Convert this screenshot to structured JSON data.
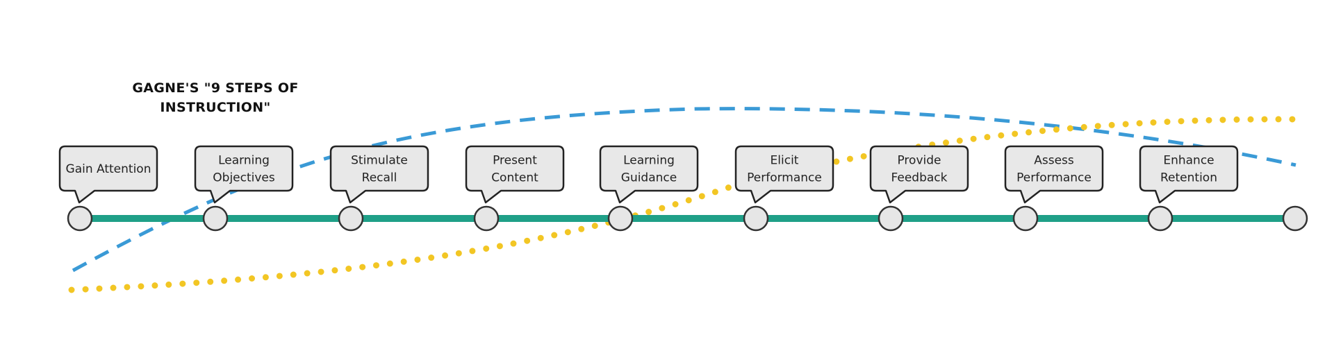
{
  "title": "GAGNE'S \"9 STEPS OF INSTRUCTION\"",
  "steps": [
    {
      "label": "Gain Attention",
      "lines": [
        "Gain Attention"
      ]
    },
    {
      "label": "Learning Objectives",
      "lines": [
        "Learning",
        "Objectives"
      ]
    },
    {
      "label": "Stimulate Recall",
      "lines": [
        "Stimulate",
        "Recall"
      ]
    },
    {
      "label": "Present Content",
      "lines": [
        "Present",
        "Content"
      ]
    },
    {
      "label": "Learning Guidance",
      "lines": [
        "Learning",
        "Guidance"
      ]
    },
    {
      "label": "Elicit Performance",
      "lines": [
        "Elicit",
        "Performance"
      ]
    },
    {
      "label": "Provide Feedback",
      "lines": [
        "Provide",
        "Feedback"
      ]
    },
    {
      "label": "Assess Performance",
      "lines": [
        "Assess",
        "Performance"
      ]
    },
    {
      "label": "Enhance Retention",
      "lines": [
        "Enhance",
        "Retention"
      ]
    }
  ],
  "node_count": 10,
  "colors": {
    "timeline": "#1fa088",
    "dashed_curve": "#3a9ad6",
    "dotted_curve": "#f2c624",
    "node_fill": "#e6e6e6",
    "node_stroke": "#333333",
    "bubble_fill": "#e8e8e8",
    "bubble_stroke": "#222222"
  }
}
